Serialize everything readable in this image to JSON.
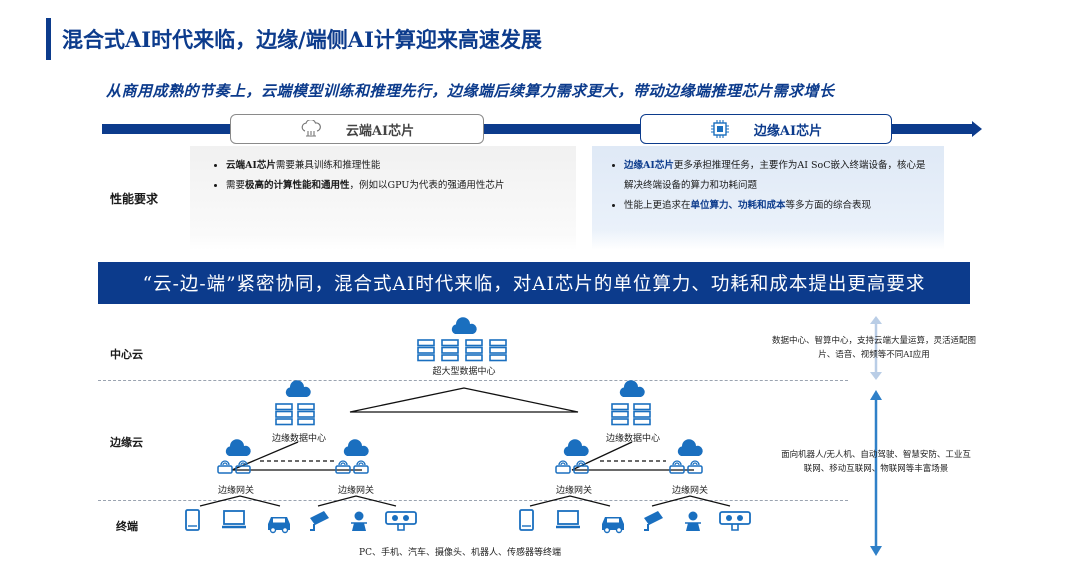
{
  "header": {
    "title": "混合式AI时代来临，边缘/端侧AI计算迎来高速发展",
    "subtitle": "从商用成熟的节奏上，云端模型训练和推理先行，边缘端后续算力需求更大，带动边缘端推理芯片需求增长"
  },
  "comparison": {
    "cloud_pill": "云端AI芯片",
    "edge_pill": "边缘AI芯片",
    "row_label": "性能要求",
    "cloud_points": [
      {
        "strong": "云端AI芯片",
        "rest": "需要兼具训练和推理性能"
      },
      {
        "pre": "需要",
        "strong": "极高的计算性能和通用性",
        "rest": "，例如以GPU为代表的强通用性芯片"
      }
    ],
    "edge_points": [
      {
        "strong": "边缘AI芯片",
        "rest": "更多承担推理任务，主要作为AI SoC嵌入终端设备，核心是解决终端设备的算力和功耗问题"
      },
      {
        "pre": "性能上更追求在",
        "strong": "单位算力、功耗和成本",
        "rest": "等多方面的综合表现"
      }
    ]
  },
  "banner": {
    "text": "“云-边-端”紧密协同，混合式AI时代来临，对AI芯片的单位算力、功耗和成本提出更高要求"
  },
  "tiers": {
    "center": "中心云",
    "edge": "边缘云",
    "terminal": "终端"
  },
  "nodes": {
    "mega_dc": "超大型数据中心",
    "edge_dc_left": "边缘数据中心",
    "edge_dc_right": "边缘数据中心",
    "gateway": "边缘网关",
    "devices_caption": "PC、手机、汽车、摄像头、机器人、传感器等终端"
  },
  "notes": {
    "center": "数据中心、智算中心，支持云端大量运算，灵活适配图片、语音、视频等不同AI应用",
    "edge": "面向机器人/无人机、自动驾驶、智慧安防、工业互联网、移动互联网、物联网等丰富场景"
  },
  "colors": {
    "brand": "#0c3b8c",
    "icon": "#1a6fbf",
    "accent": "#2f80c8"
  }
}
